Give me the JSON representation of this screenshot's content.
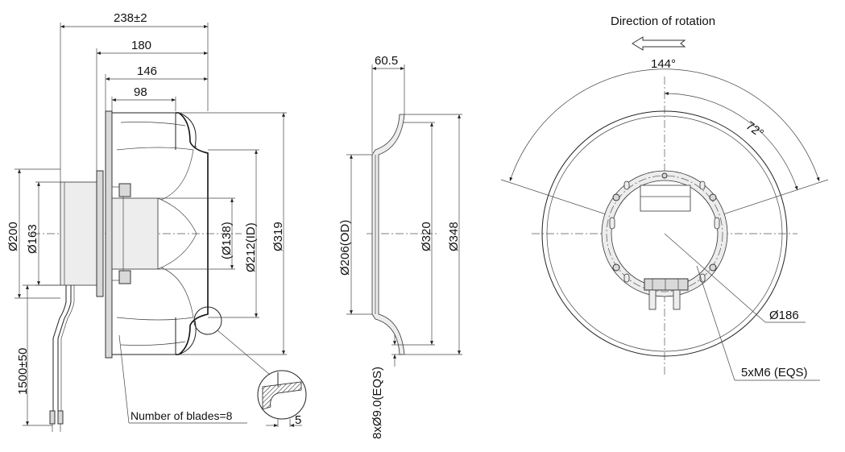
{
  "side_view": {
    "dims": {
      "overall_depth": "238±2",
      "depth_180": "180",
      "depth_146": "146",
      "depth_98": "98",
      "dia_200": "Ø200",
      "dia_163": "Ø163",
      "dia_138": "(Ø138)",
      "dia_212": "Ø212(ID)",
      "dia_319": "Ø319",
      "cable": "1500±50",
      "detail_5": "5"
    },
    "blades_label": "Number of blades=8"
  },
  "inlet_ring_view": {
    "dims": {
      "depth": "60.5",
      "dia_206": "Ø206(OD)",
      "dia_320": "Ø320",
      "dia_348": "Ø348",
      "holes": "8xØ9.0(EQS)"
    }
  },
  "front_view": {
    "rotation_label": "Direction of rotation",
    "angle_144": "144°",
    "angle_72": "72°",
    "bolt_circle": "Ø186",
    "threads": "5xM6 (EQS)"
  }
}
